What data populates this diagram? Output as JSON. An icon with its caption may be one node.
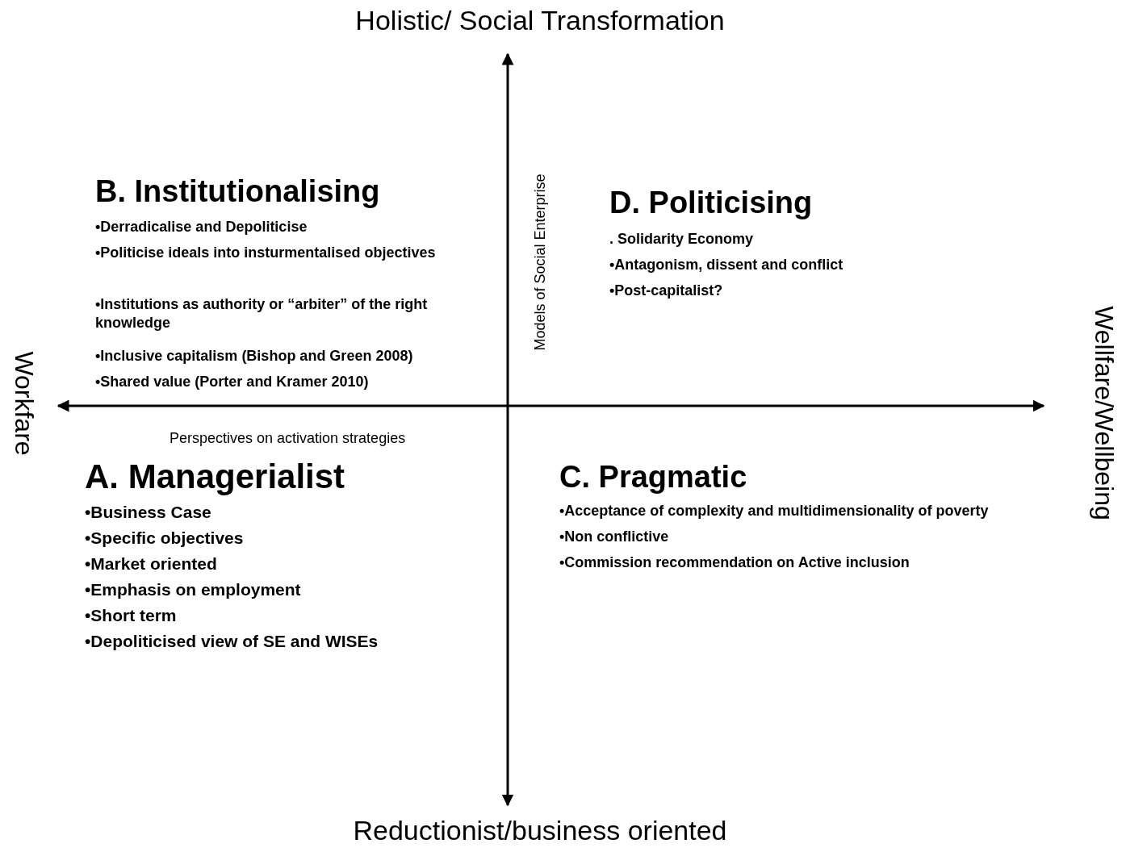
{
  "diagram": {
    "labels": [
      "Holistic/ Social Transformation",
      "B. Institutionalising",
      "•Derradicalise and Depoliticise",
      "•Politicise ideals into insturmentalised objectives",
      "•Institutions as authority or “arbiter” of the right knowledge",
      "•Inclusive capitalism (Bishop and Green 2008)",
      "•Shared value (Porter and Kramer 2010)",
      "Models of Social Enterprise",
      "D. Politicising",
      ". Solidarity Economy",
      "•Antagonism,  dissent and conflict",
      "•Post-capitalist?",
      "Workfare",
      "Wellfare/Wellbeing",
      "Perspectives on activation strategies",
      "A.  Managerialist",
      "•Business Case",
      "•Specific objectives",
      "•Market oriented",
      "•Emphasis on employment",
      "•Short term",
      "•Depoliticised view of SE and WISEs",
      "C. Pragmatic",
      "•Acceptance of complexity and multidimensionality of poverty",
      "•Non conflictive",
      "•Commission recommendation on Active inclusion",
      "Reductionist/business oriented"
    ]
  }
}
